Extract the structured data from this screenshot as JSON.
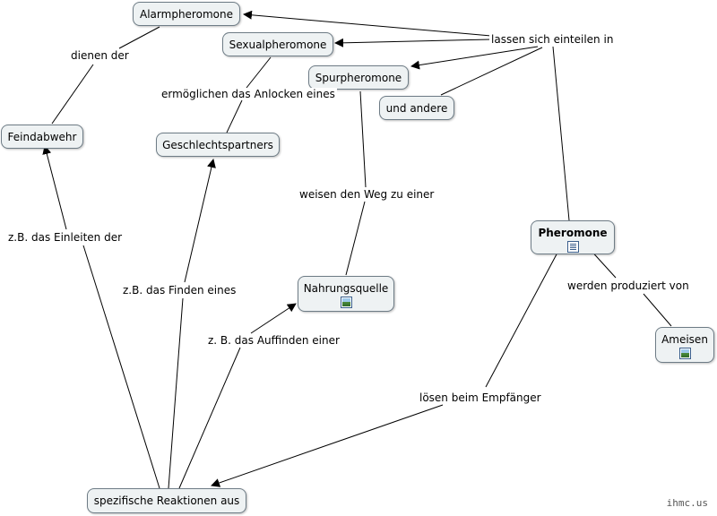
{
  "nodes": {
    "alarm": "Alarmpheromone",
    "sexual": "Sexualpheromone",
    "spur": "Spurpheromone",
    "und_andere": "und andere",
    "feind": "Feindabwehr",
    "geschlecht": "Geschlechtspartners",
    "pheromone": "Pheromone",
    "nahrung": "Nahrungsquelle",
    "ameisen": "Ameisen",
    "reaktionen": "spezifische Reaktionen aus"
  },
  "links": {
    "lassen": "lassen sich einteilen in",
    "dienen": "dienen der",
    "ermoeglichen": "ermöglichen das Anlocken eines",
    "weisen": "weisen den Weg zu einer",
    "produziert": "werden produziert von",
    "loesen": "lösen beim Empfänger",
    "einleiten": "z.B. das Einleiten der",
    "finden": "z.B. das Finden eines",
    "auffinden": "z. B. das Auffinden einer"
  },
  "icons": {
    "pheromone_resource": "document-icon",
    "nahrung_resource": "image-icon",
    "ameisen_resource": "image-icon"
  },
  "credit": "ihmc.us",
  "colors": {
    "node_fill": "#eef2f3",
    "node_border": "#6e7c86",
    "line": "#000000"
  }
}
